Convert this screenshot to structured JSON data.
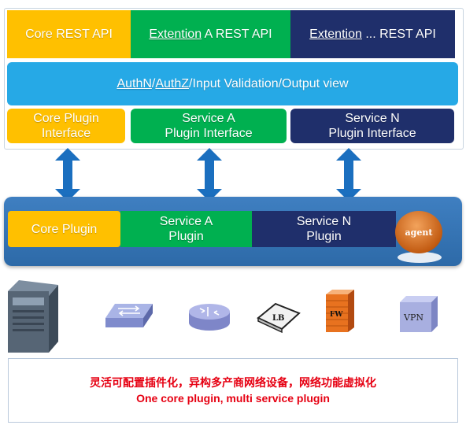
{
  "api_layer": {
    "core": "Core REST API",
    "ext_a": {
      "name": "Extention",
      "rest": " A REST API"
    },
    "ext_n": {
      "name": "Extention",
      "rest": " ... REST API"
    }
  },
  "auth_bar": {
    "authn": "AuthN",
    "sep1": "/",
    "authz": "AuthZ",
    "rest": "/Input Validation/Output view"
  },
  "plugin_interfaces": {
    "core": {
      "line1": "Core Plugin",
      "line2": "Interface"
    },
    "service_a": {
      "line1": "Service A",
      "line2": "Plugin Interface"
    },
    "service_n": {
      "line1": "Service N",
      "line2": "Plugin Interface"
    }
  },
  "plugins": {
    "core": {
      "line1": "Core Plugin"
    },
    "service_a": {
      "line1": "Service A",
      "line2": "Plugin"
    },
    "service_n": {
      "line1": "Service N",
      "line2": "Plugin"
    },
    "agent": "agent"
  },
  "devices": {
    "server": "server-icon",
    "switch": "switch-icon",
    "router": "router-icon",
    "lb": {
      "icon": "load-balancer-icon",
      "label": "LB"
    },
    "fw": {
      "icon": "firewall-icon",
      "label": "FW"
    },
    "vpn": {
      "icon": "vpn-icon",
      "label": "VPN"
    }
  },
  "footer": {
    "line1": "灵活可配置插件化，异构多产商网络设备，网络功能虚拟化",
    "line2": "One core plugin, multi service plugin"
  },
  "colors": {
    "yellow": "#ffc000",
    "green": "#00b050",
    "navy": "#1f2f6b",
    "sky": "#26a9e6",
    "bus": "#3474b5",
    "arrow": "#1b6fbf",
    "footer_text": "#e60012"
  }
}
